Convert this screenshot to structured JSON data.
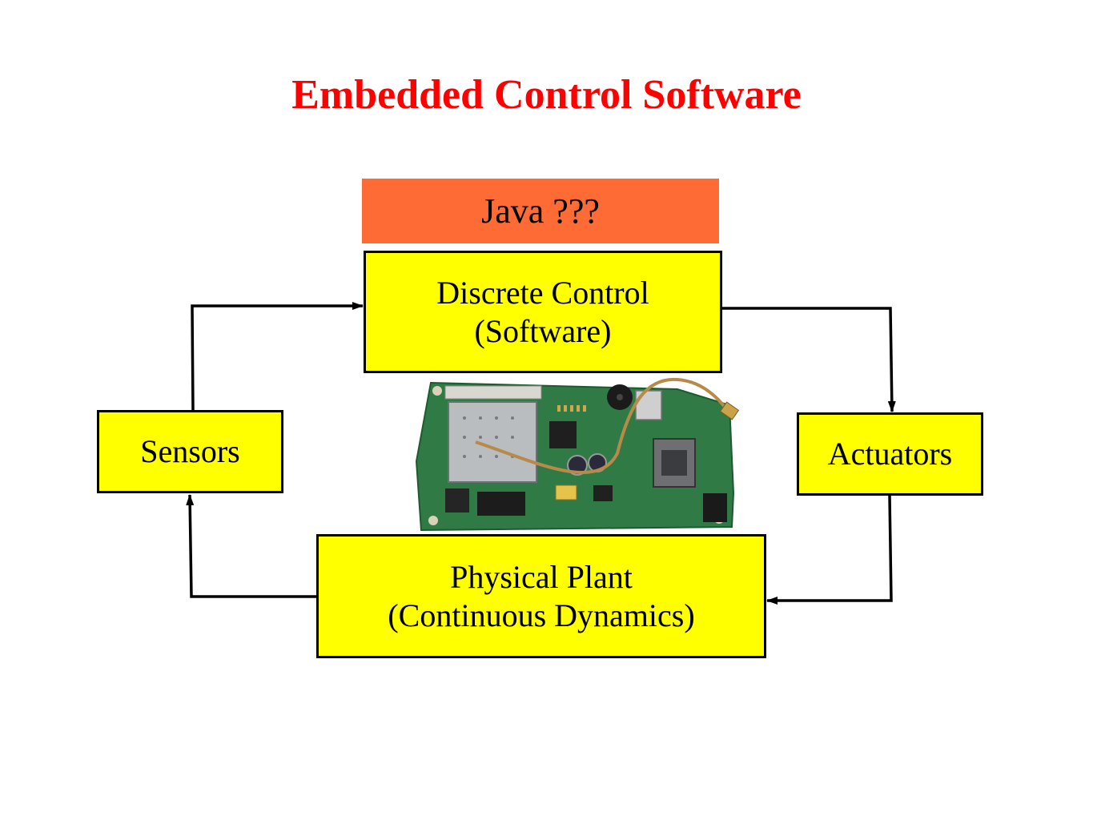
{
  "title": "Embedded Control Software",
  "java_banner": "Java ???",
  "boxes": {
    "discrete": {
      "line1": "Discrete Control",
      "line2": "(Software)"
    },
    "sensors": {
      "label": "Sensors"
    },
    "actuators": {
      "label": "Actuators"
    },
    "plant": {
      "line1": "Physical Plant",
      "line2": "(Continuous Dynamics)"
    }
  },
  "colors": {
    "title": "#ff0000",
    "banner": "#ff6b35",
    "box_fill": "#ffff00",
    "arrow": "#000000",
    "pcb": "#2f7a45"
  },
  "image": {
    "subject": "embedded circuit board with antenna"
  }
}
